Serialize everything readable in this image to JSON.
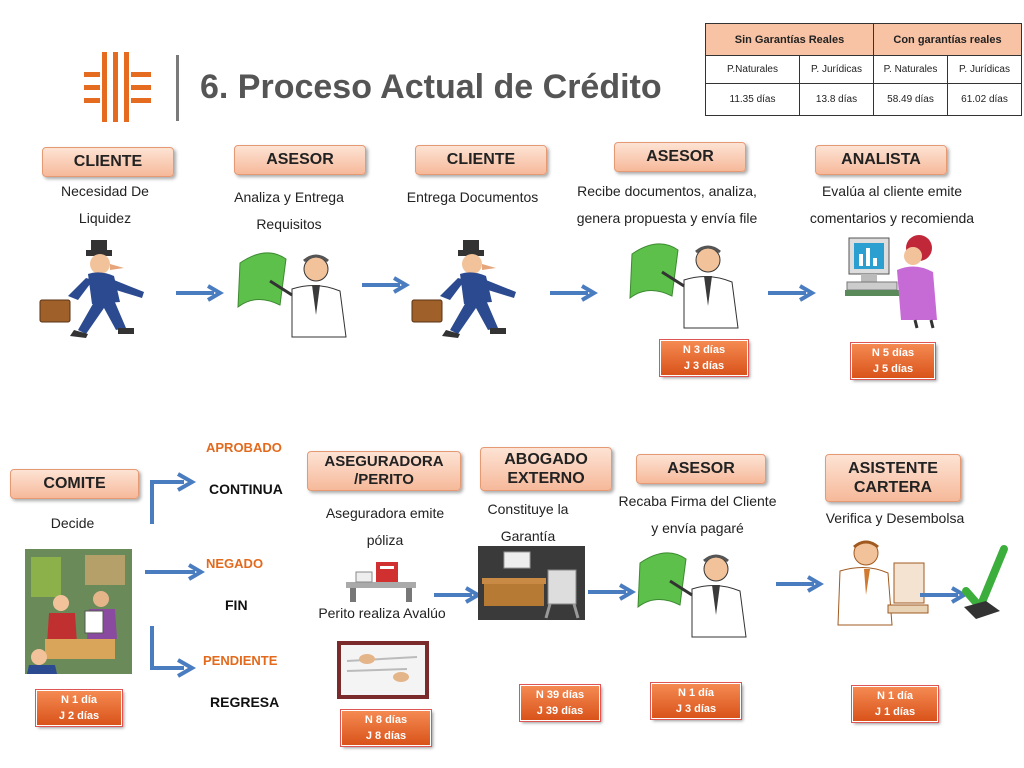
{
  "title": "6. Proceso Actual de Crédito",
  "table": {
    "groups": [
      "Sin Garantías Reales",
      "Con garantías reales"
    ],
    "sub": [
      "P.Naturales",
      "P. Jurídicas",
      "P. Naturales",
      "P. Jurídicas"
    ],
    "values": [
      "11.35 días",
      "13.8 días",
      "58.49 días",
      "61.02 días"
    ]
  },
  "row1": {
    "roles": [
      "CLIENTE",
      "ASESOR",
      "CLIENTE",
      "ASESOR",
      "ANALISTA"
    ],
    "desc": [
      [
        "Necesidad De",
        "Liquidez"
      ],
      [
        "Analiza y Entrega",
        "Requisitos"
      ],
      [
        "Entrega Documentos"
      ],
      [
        "Recibe documentos, analiza,",
        "genera propuesta y envía file"
      ],
      [
        "Evalúa al cliente emite",
        "comentarios y recomienda"
      ]
    ],
    "badges": [
      [
        "N  3 días",
        "J   3 días"
      ],
      [
        "N  5 días",
        "J  5 días"
      ]
    ]
  },
  "row2": {
    "roles": [
      "COMITE",
      "ASEGURADORA\n/PERITO",
      "ABOGADO\nEXTERNO",
      "ASESOR",
      "ASISTENTE\nCARTERA"
    ],
    "comite_desc": "Decide",
    "status": [
      "APROBADO",
      "NEGADO",
      "PENDIENTE"
    ],
    "outcome": [
      "CONTINUA",
      "FIN",
      "REGRESA"
    ],
    "aseg_desc": [
      "Aseguradora emite",
      "póliza"
    ],
    "perito_desc": "Perito realiza Avalúo",
    "abogado_desc": [
      "Constituye la",
      "Garantía"
    ],
    "asesor_desc": [
      "Recaba Firma del Cliente",
      "y envía pagaré"
    ],
    "asistente_desc": "Verifica y Desembolsa",
    "badges": [
      [
        "N  1 día",
        "J  2 días"
      ],
      [
        "N 8 días",
        "J 8 días"
      ],
      [
        "N 39 días",
        "J  39 días"
      ],
      [
        "N  1 día",
        "J  3 días"
      ],
      [
        "N  1 día",
        "J  1 días"
      ]
    ]
  },
  "colors": {
    "accent": "#e36a1d",
    "role_fill": "#f6b99a",
    "arrow": "#4a7cc0"
  }
}
